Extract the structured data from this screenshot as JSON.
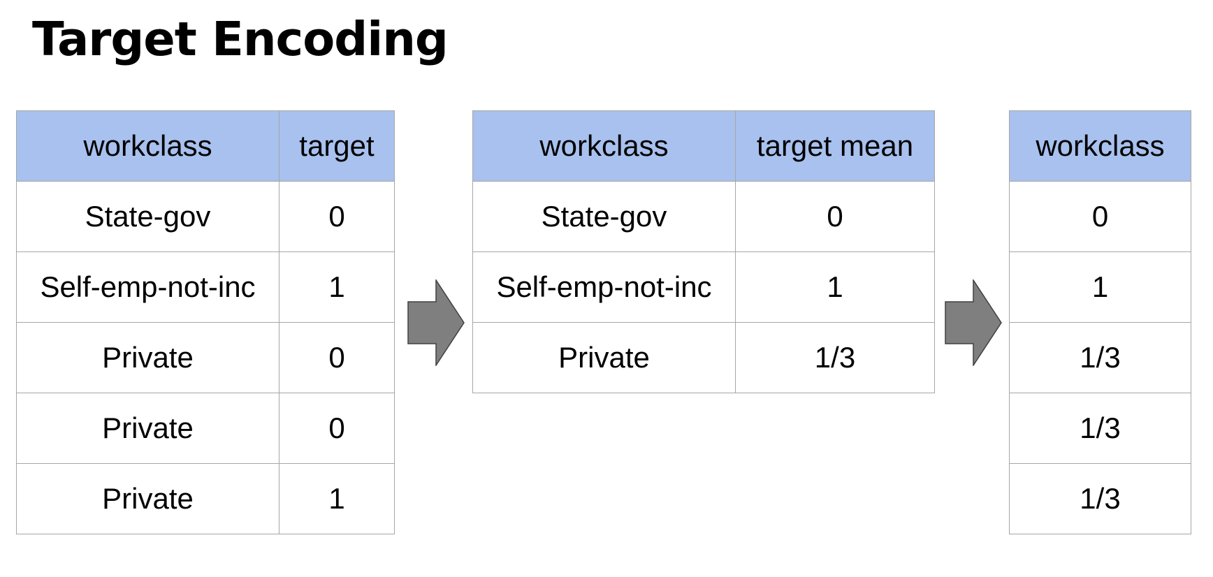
{
  "title": "Target Encoding",
  "input_table": {
    "headers": [
      "workclass",
      "target"
    ],
    "rows": [
      [
        "State-gov",
        "0"
      ],
      [
        "Self-emp-not-inc",
        "1"
      ],
      [
        "Private",
        "0"
      ],
      [
        "Private",
        "0"
      ],
      [
        "Private",
        "1"
      ]
    ]
  },
  "mean_table": {
    "headers": [
      "workclass",
      "target mean"
    ],
    "rows": [
      [
        "State-gov",
        "0"
      ],
      [
        "Self-emp-not-inc",
        "1"
      ],
      [
        "Private",
        "1/3"
      ]
    ]
  },
  "output_table": {
    "headers": [
      "workclass"
    ],
    "rows": [
      [
        "0"
      ],
      [
        "1"
      ],
      [
        "1/3"
      ],
      [
        "1/3"
      ],
      [
        "1/3"
      ]
    ]
  },
  "colors": {
    "header_fill": "#a8c1ee",
    "grid_border": "#a6a6a6",
    "arrow_fill": "#7f7f7f",
    "arrow_stroke": "#404040"
  },
  "icons": {
    "arrow_1": "right-block-arrow",
    "arrow_2": "right-block-arrow"
  }
}
